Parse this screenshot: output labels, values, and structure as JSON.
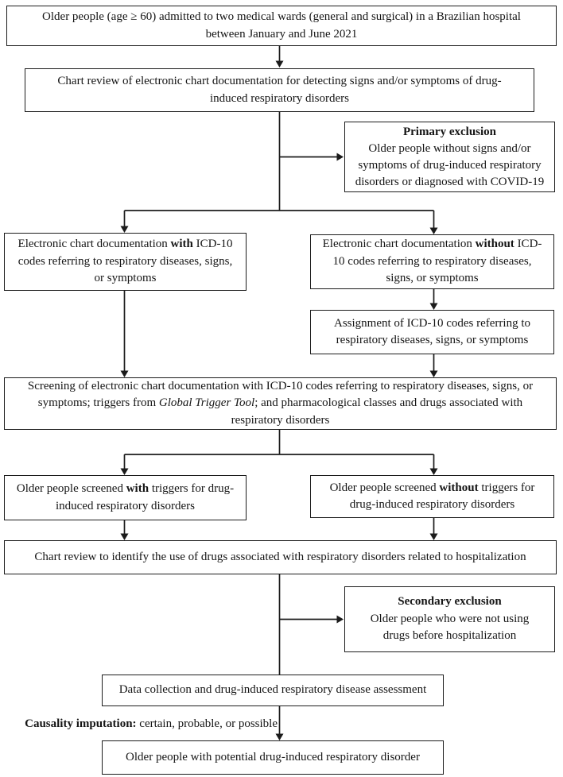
{
  "colors": {
    "ink": "#1b1b1b",
    "background": "#ffffff"
  },
  "nodes": {
    "population": {
      "lines": [
        [
          {
            "t": "Older people (age ≥ 60) admitted to two medical wards (general and surgical) in a Brazilian hospital"
          }
        ],
        [
          {
            "t": "between January and June 2021"
          }
        ]
      ]
    },
    "chart_review_detect": {
      "lines": [
        [
          {
            "t": "Chart review of electronic chart documentation for detecting signs and/or symptoms of drug-"
          }
        ],
        [
          {
            "t": "induced respiratory disorders"
          }
        ]
      ]
    },
    "primary_exclusion": {
      "title": "Primary exclusion",
      "lines": [
        [
          {
            "t": "Older people without signs and/or"
          }
        ],
        [
          {
            "t": "symptoms of drug-induced respiratory"
          }
        ],
        [
          {
            "t": "disorders or diagnosed with COVID-19"
          }
        ]
      ]
    },
    "icd_with": {
      "lines": [
        [
          {
            "t": "Electronic chart documentation "
          },
          {
            "t": "with",
            "b": true
          },
          {
            "t": " ICD-10"
          }
        ],
        [
          {
            "t": "codes referring to respiratory diseases, signs,"
          }
        ],
        [
          {
            "t": "or symptoms"
          }
        ]
      ]
    },
    "icd_without": {
      "lines": [
        [
          {
            "t": "Electronic chart documentation "
          },
          {
            "t": "without",
            "b": true
          },
          {
            "t": " ICD-"
          }
        ],
        [
          {
            "t": "10 codes referring to respiratory diseases,"
          }
        ],
        [
          {
            "t": "signs, or symptoms"
          }
        ]
      ]
    },
    "assignment": {
      "lines": [
        [
          {
            "t": "Assignment of ICD-10 codes referring to"
          }
        ],
        [
          {
            "t": "respiratory diseases, signs, or symptoms"
          }
        ]
      ]
    },
    "screening": {
      "lines": [
        [
          {
            "t": "Screening of electronic chart documentation with ICD-10 codes referring to respiratory diseases, signs, or"
          }
        ],
        [
          {
            "t": "symptoms; triggers from "
          },
          {
            "t": "Global Trigger Tool",
            "i": true
          },
          {
            "t": "; and pharmacological classes and drugs associated with"
          }
        ],
        [
          {
            "t": "respiratory disorders"
          }
        ]
      ]
    },
    "triggers_with": {
      "lines": [
        [
          {
            "t": "Older people screened "
          },
          {
            "t": "with",
            "b": true
          },
          {
            "t": " triggers for drug-"
          }
        ],
        [
          {
            "t": "induced respiratory disorders"
          }
        ]
      ]
    },
    "triggers_without": {
      "lines": [
        [
          {
            "t": "Older people screened "
          },
          {
            "t": "without",
            "b": true
          },
          {
            "t": " triggers for"
          }
        ],
        [
          {
            "t": "drug-induced respiratory disorders"
          }
        ]
      ]
    },
    "chart_review_drugs": {
      "lines": [
        [
          {
            "t": "Chart review to identify the use of drugs associated with respiratory disorders related to hospitalization"
          }
        ]
      ]
    },
    "secondary_exclusion": {
      "title": "Secondary exclusion",
      "lines": [
        [
          {
            "t": "Older people who were not using"
          }
        ],
        [
          {
            "t": "drugs before hospitalization"
          }
        ]
      ]
    },
    "data_collection": {
      "lines": [
        [
          {
            "t": "Data collection and drug-induced respiratory disease assessment"
          }
        ]
      ]
    },
    "final": {
      "lines": [
        [
          {
            "t": "Older people with potential drug-induced respiratory disorder"
          }
        ]
      ]
    }
  },
  "labels": {
    "causality_bold": "Causality imputation:",
    "causality_rest": " certain, probable, or possible"
  }
}
